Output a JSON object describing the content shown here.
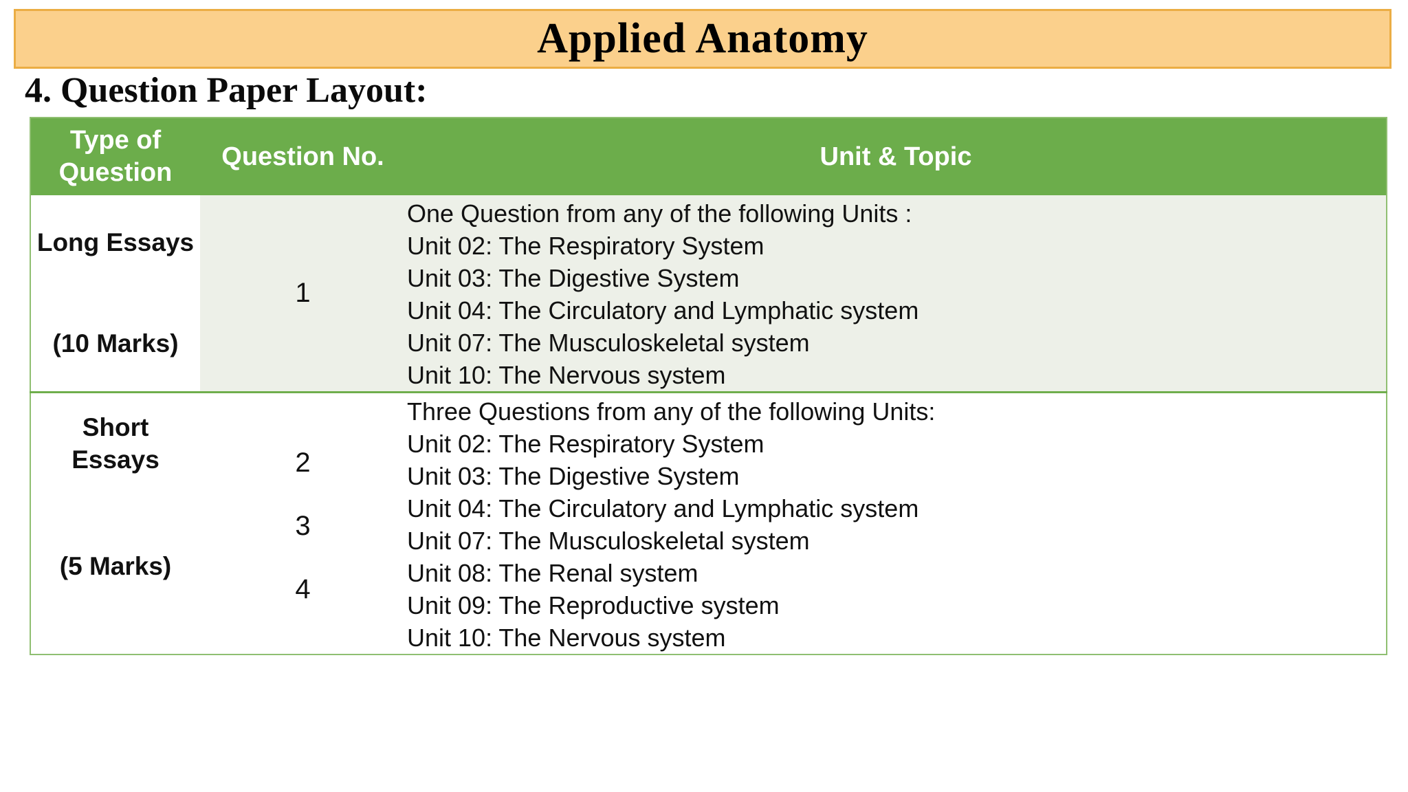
{
  "banner": {
    "title": "Applied Anatomy"
  },
  "section_heading": "4. Question Paper Layout:",
  "colors": {
    "banner_bg": "#FBD08C",
    "banner_border": "#EBAD44",
    "header_bg": "#6CAD4B",
    "header_text": "#FFFFFF",
    "row1_bg": "#EDF0E8",
    "table_border": "#8FBF71",
    "row_divider": "#6FAE4C",
    "body_text": "#111111"
  },
  "table": {
    "headers": [
      "Type of Question",
      "Question No.",
      "Unit & Topic"
    ],
    "rows": [
      {
        "type_lines": [
          "Long Essays"
        ],
        "marks": "(10 Marks)",
        "question_numbers": [
          "1"
        ],
        "topics": [
          "One Question from any of the following Units :",
          "Unit 02: The Respiratory System",
          "Unit 03: The Digestive System",
          "Unit 04: The Circulatory and Lymphatic system",
          "Unit 07: The Musculoskeletal system",
          "Unit 10: The Nervous system"
        ]
      },
      {
        "type_lines": [
          "Short",
          "Essays"
        ],
        "marks": "(5 Marks)",
        "question_numbers": [
          "2",
          "3",
          "4"
        ],
        "topics": [
          "Three Questions from any of the following Units:",
          "Unit 02: The Respiratory System",
          "Unit 03: The Digestive System",
          "Unit 04: The Circulatory and Lymphatic system",
          "Unit 07: The Musculoskeletal system",
          "Unit 08: The Renal system",
          "Unit 09: The Reproductive system",
          "Unit 10: The Nervous system"
        ]
      }
    ]
  }
}
